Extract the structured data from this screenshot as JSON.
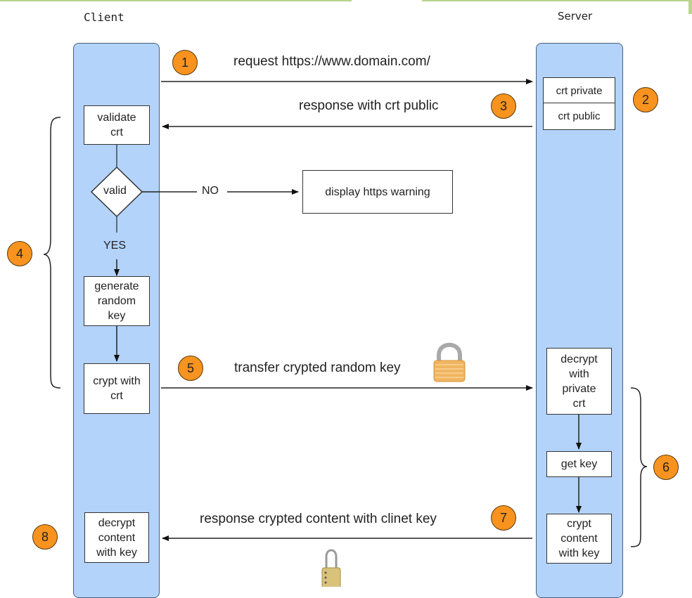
{
  "lanes": {
    "client": "Client",
    "server": "Server"
  },
  "server_cert": {
    "private": "crt private",
    "public": "crt public"
  },
  "client_steps": {
    "validate": "validate\ncrt",
    "decision": "valid",
    "no_label": "NO",
    "yes_label": "YES",
    "warning": "display https warning",
    "generate": "generate\nrandom\nkey",
    "crypt": "crypt with\ncrt",
    "decrypt_content": "decrypt\ncontent\nwith key"
  },
  "server_steps": {
    "decrypt": "decrypt\nwith\nprivate\ncrt",
    "get_key": "get key",
    "crypt_content": "crypt\ncontent\nwith key"
  },
  "messages": {
    "request": "request https://www.domain.com/",
    "response_crt": "response with crt public",
    "transfer_key": "transfer crypted random key",
    "response_content": "response crypted content with clinet key"
  },
  "badges": [
    "1",
    "2",
    "3",
    "4",
    "5",
    "6",
    "7",
    "8"
  ],
  "icons": {
    "transfer_lock": "padlock-icon",
    "content_lock": "combination-lock-icon"
  },
  "colors": {
    "lane_fill": "#b3d3fb",
    "badge_fill": "#f7931e"
  }
}
